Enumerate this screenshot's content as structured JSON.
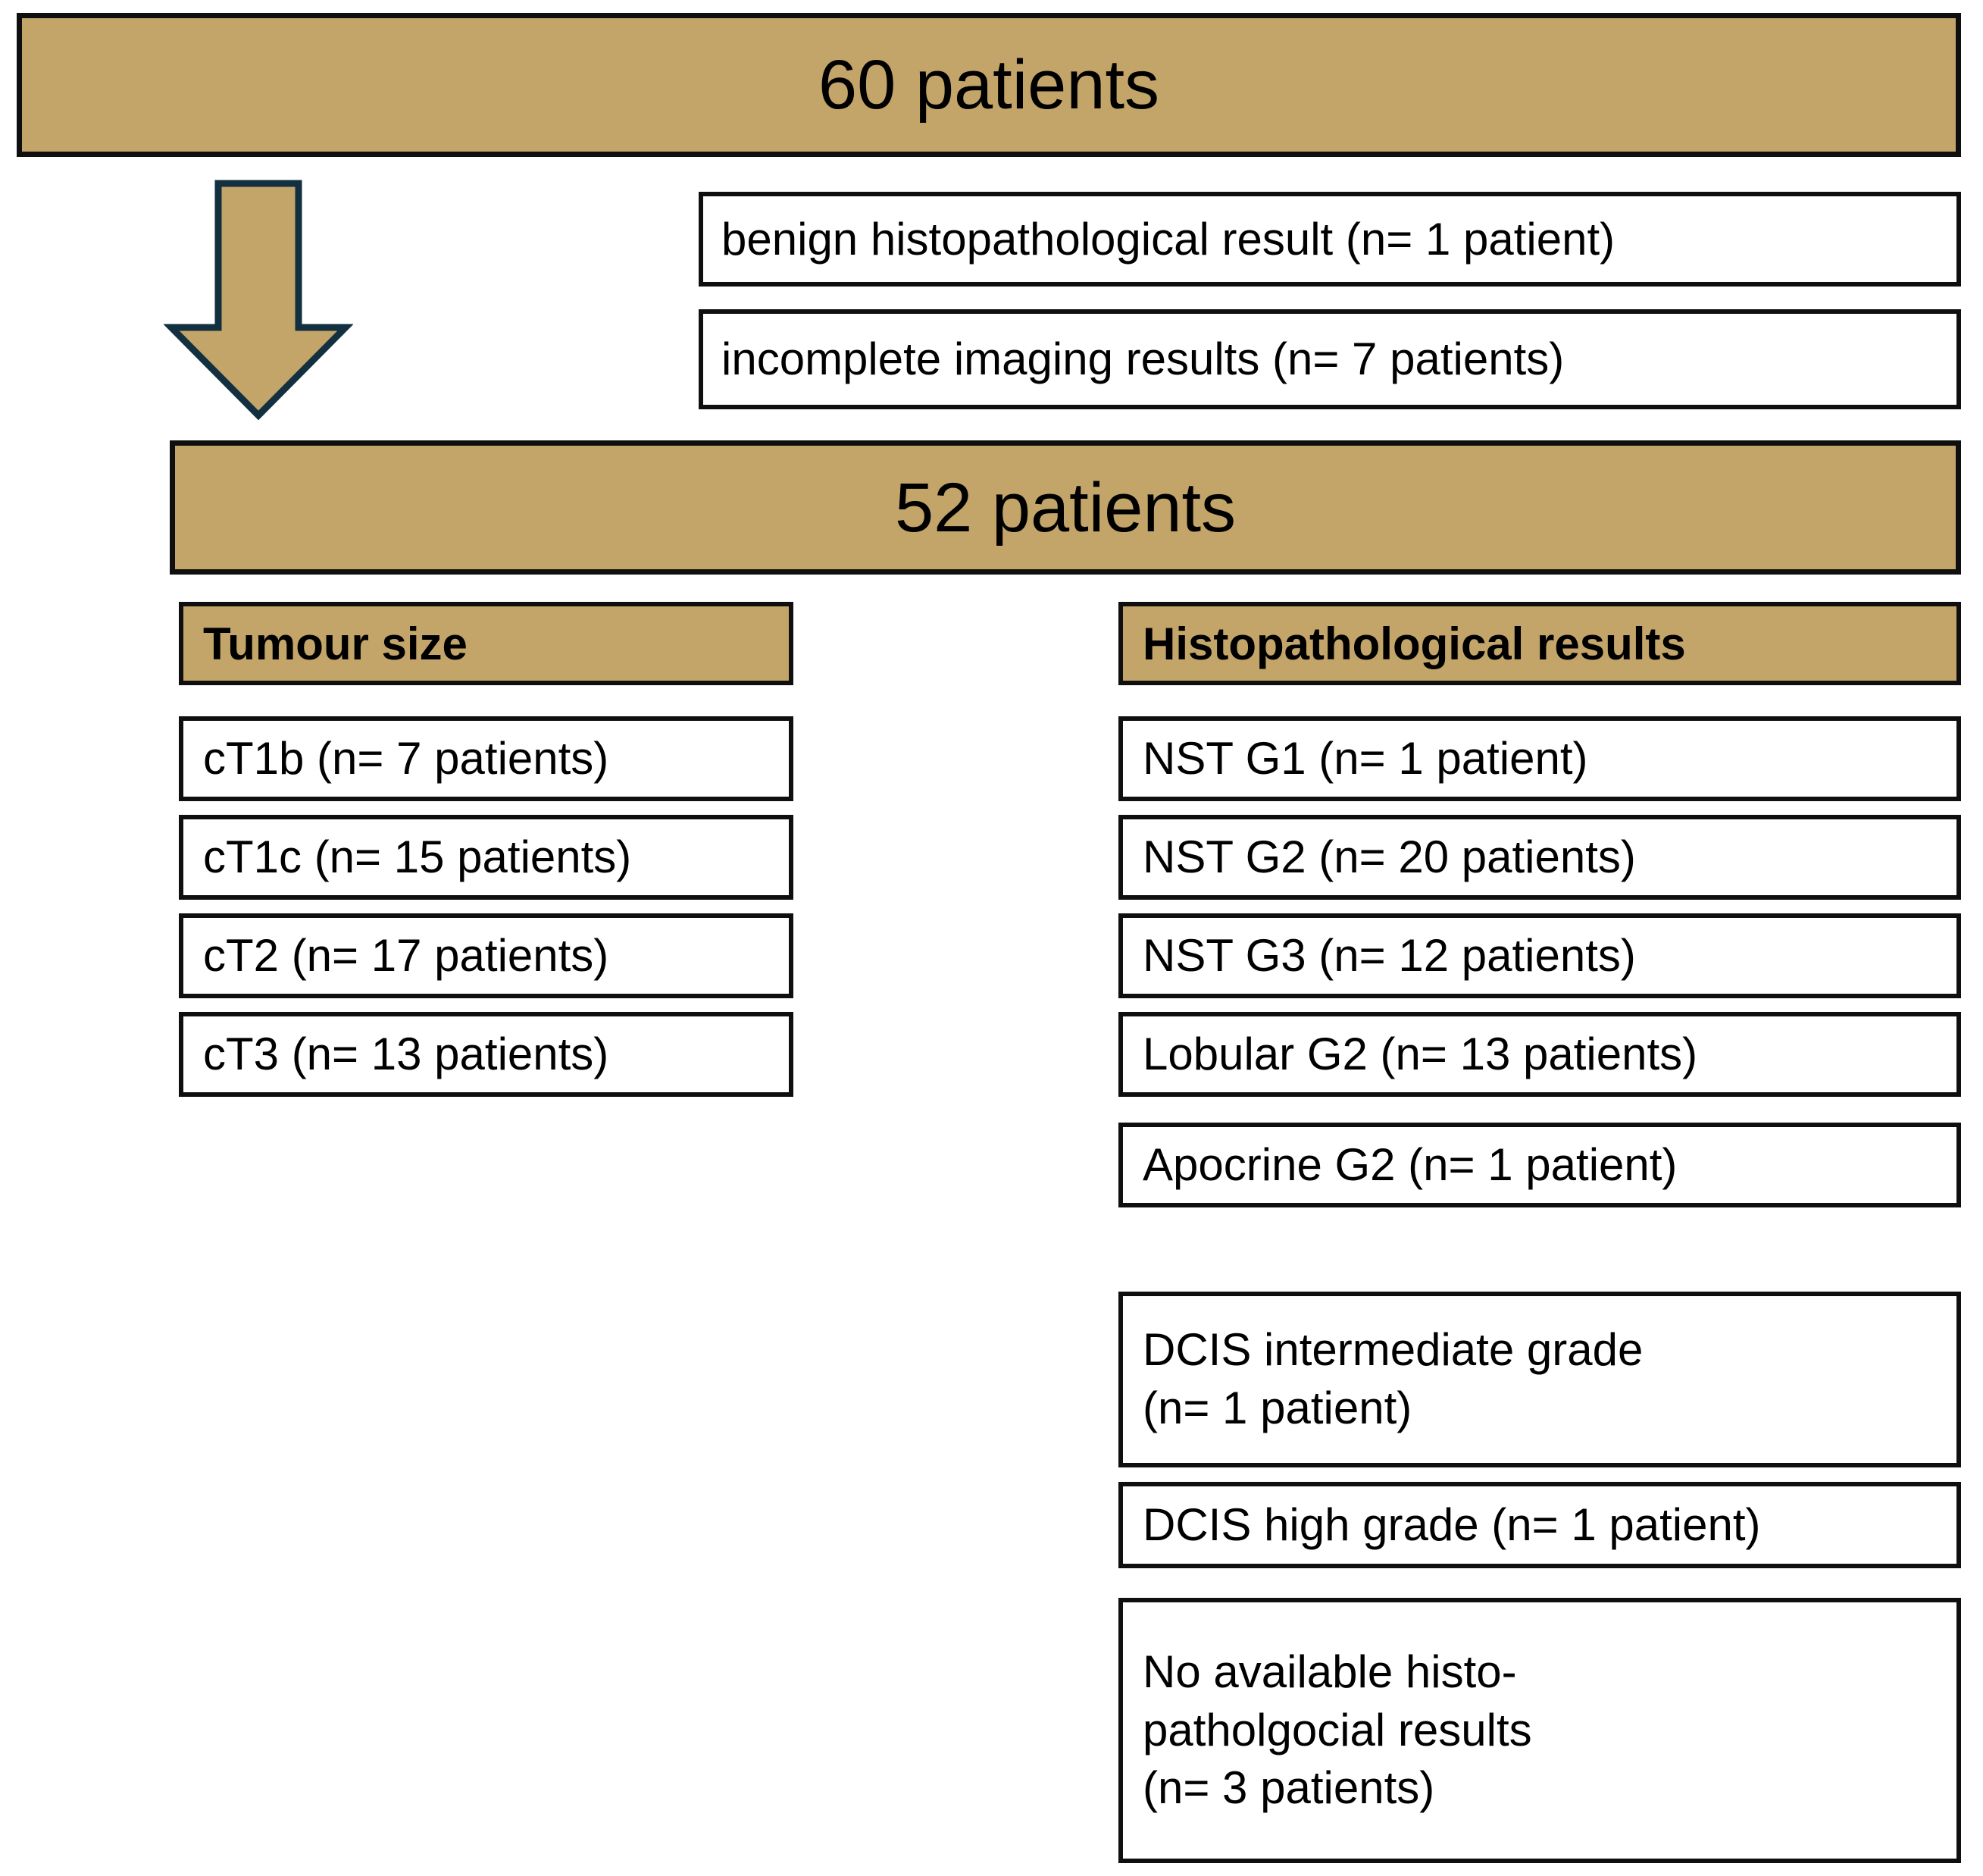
{
  "diagram": {
    "title_top": "60 patients",
    "title_mid": "52 patients",
    "arrow_icon": "down-arrow-icon",
    "exclusions": [
      "benign histopathological result (n= 1 patient)",
      "incomplete imaging results (n= 7 patients)"
    ],
    "columns": [
      {
        "header": "Tumour size",
        "items": [
          "cT1b (n= 7 patients)",
          "cT1c (n= 15 patients)",
          "cT2 (n= 17 patients)",
          "cT3 (n= 13 patients)"
        ]
      },
      {
        "header": "Histopathological results",
        "items": [
          "NST G1  (n= 1 patient)",
          "NST G2  (n= 20 patients)",
          "NST G3  (n= 12 patients)",
          "Lobular G2 (n= 13 patients)",
          "Apocrine G2 (n= 1 patient)",
          "DCIS intermediate grade\n(n= 1 patient)",
          "DCIS high grade (n= 1 patient)",
          "No available histo-\npatholgocial results\n(n= 3 patients)"
        ]
      }
    ],
    "colors": {
      "fill_tan": "#C3A469",
      "outline_dark": "#0f0f0f",
      "arrow_outline": "#12303f",
      "box_white": "#ffffff"
    }
  },
  "chart_data": {
    "type": "table",
    "title": "60 patients",
    "cohort_initial": 60,
    "cohort_final": 52,
    "excluded": [
      {
        "reason": "benign histopathological result",
        "n": 1
      },
      {
        "reason": "incomplete imaging results",
        "n": 7
      }
    ],
    "tumour_size": {
      "categories": [
        "cT1b",
        "cT1c",
        "cT2",
        "cT3"
      ],
      "values": [
        7,
        15,
        17,
        13
      ]
    },
    "histopathological_results": {
      "categories": [
        "NST G1",
        "NST G2",
        "NST G3",
        "Lobular G2",
        "Apocrine G2",
        "DCIS intermediate grade",
        "DCIS high grade",
        "No available histopatholgocial results"
      ],
      "values": [
        1,
        20,
        12,
        13,
        1,
        1,
        1,
        3
      ]
    }
  }
}
